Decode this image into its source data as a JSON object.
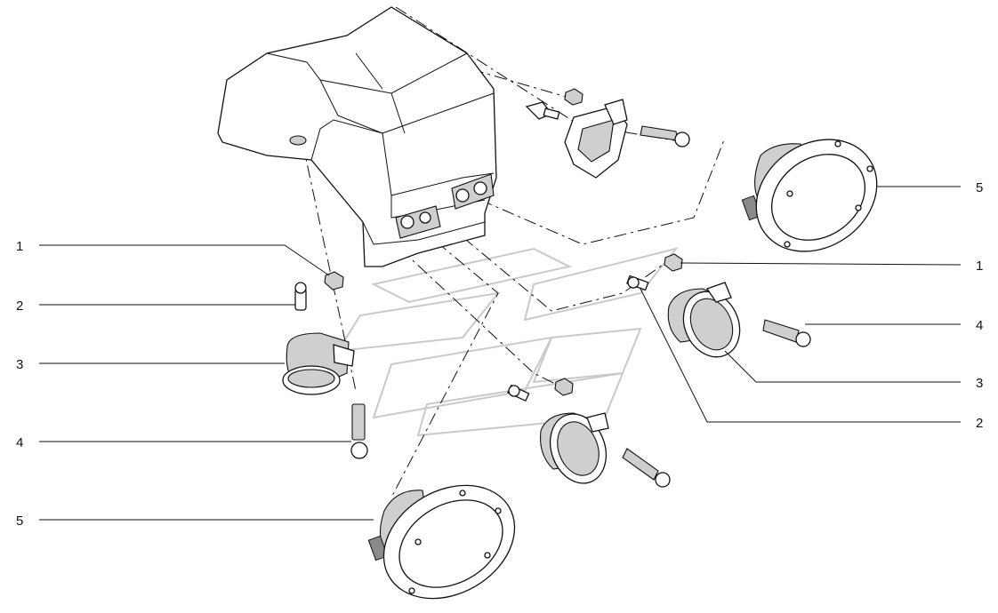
{
  "callouts": {
    "left": [
      {
        "label": "1"
      },
      {
        "label": "2"
      },
      {
        "label": "3"
      },
      {
        "label": "4"
      },
      {
        "label": "5"
      }
    ],
    "right": [
      {
        "label": "5"
      },
      {
        "label": "1"
      },
      {
        "label": "4"
      },
      {
        "label": "3"
      },
      {
        "label": "2"
      }
    ]
  }
}
